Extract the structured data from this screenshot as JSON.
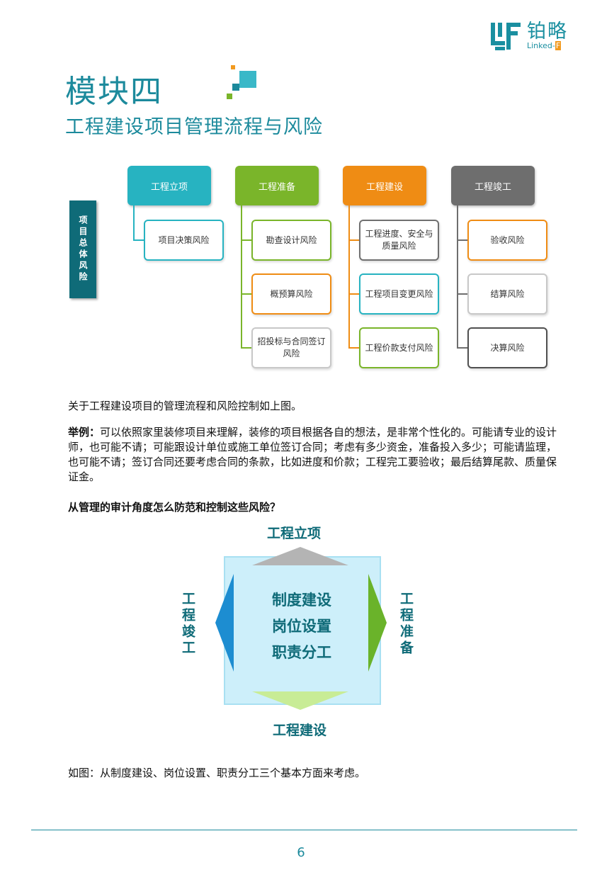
{
  "logo": {
    "name_cn": "铂略",
    "name_en": "Linked-",
    "name_en_box": "F",
    "colors": {
      "teal": "#1a8fa0",
      "orange": "#f29a1f"
    }
  },
  "module": {
    "title": "模块四",
    "subtitle": "工程建设项目管理流程与风险"
  },
  "flowchart": {
    "side_label": "项目总体风险",
    "columns": [
      {
        "head": "工程立项",
        "color": "#27b3c1",
        "items": [
          "项目决策风险"
        ],
        "item_colors": [
          "#27b3c1"
        ]
      },
      {
        "head": "工程准备",
        "color": "#7ab52a",
        "items": [
          "勘查设计风险",
          "概预算风险",
          "招投标与合同签订风险"
        ],
        "item_colors": [
          "#7ab52a",
          "#ef8c14",
          "#c8c8c8"
        ]
      },
      {
        "head": "工程建设",
        "color": "#ef8c14",
        "items": [
          "工程进度、安全与质量风险",
          "工程项目变更风险",
          "工程价款支付风险"
        ],
        "item_colors": [
          "#707070",
          "#27b3c1",
          "#7ab52a"
        ]
      },
      {
        "head": "工程竣工",
        "color": "#6e6e6e",
        "items": [
          "验收风险",
          "结算风险",
          "决算风险"
        ],
        "item_colors": [
          "#ef8c14",
          "#c8c8c8",
          "#505050"
        ]
      }
    ]
  },
  "paragraphs": {
    "intro": "关于工程建设项目的管理流程和风险控制如上图。",
    "example_label": "举例：",
    "example_text": "可以依照家里装修项目来理解，装修的项目根据各自的想法，是非常个性化的。可能请专业的设计师，也可能不请；可能跟设计单位或施工单位签订合同；考虑有多少资金，准备投入多少；可能请监理，也可能不请；签订合同还要考虑合同的条款，比如进度和价款；工程完工要验收；最后结算尾款、质量保证金。",
    "question": "从管理的审计角度怎么防范和控制这些风险？",
    "conclusion": "如图：从制度建设、岗位设置、职责分工三个基本方面来考虑。"
  },
  "cycle_diagram": {
    "top": "工程立项",
    "right": "工程准备",
    "bottom": "工程建设",
    "left": "工程竣工",
    "center": [
      "制度建设",
      "岗位设置",
      "职责分工"
    ]
  },
  "page_number": "6"
}
